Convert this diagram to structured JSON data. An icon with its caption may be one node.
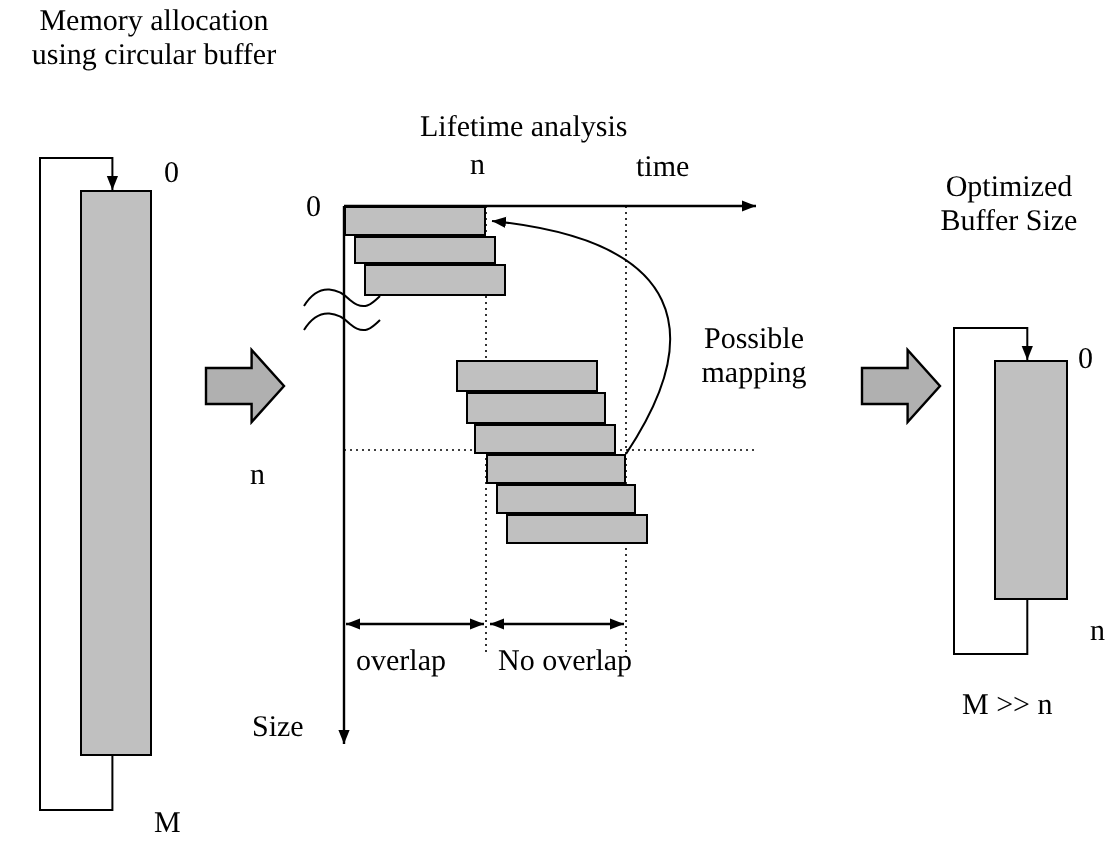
{
  "diagram": {
    "nodes": [
      {
        "text": [],
        "shape": "bar"
      },
      {
        "text": [],
        "shape": "bar"
      },
      {
        "text": [],
        "shape": "bar"
      },
      {
        "text": [],
        "shape": "bar"
      },
      {
        "text": [],
        "shape": "bar"
      },
      {
        "text": [],
        "shape": "bar"
      },
      {
        "text": [],
        "shape": "bar"
      },
      {
        "text": [],
        "shape": "bar"
      },
      {
        "text": [],
        "shape": "bar"
      },
      {
        "text": [],
        "shape": "bar"
      },
      {
        "text": [],
        "shape": "bar"
      }
    ],
    "edges": [
      {
        "from": 0,
        "to": 0,
        "arrow": "to"
      },
      {
        "from": 1,
        "to": 1,
        "arrow": "to"
      },
      {
        "from": 0,
        "to": null,
        "arrow": "to",
        "style": "thick"
      },
      {
        "from": null,
        "to": 1,
        "arrow": "to",
        "style": "thick"
      },
      {
        "from": 8,
        "to": 2,
        "arrow": "to",
        "label": "Possible mapping"
      }
    ],
    "labels": [
      "Memory allocation using circular buffer",
      "0",
      "M",
      "n",
      "Lifetime analysis",
      "n",
      "time",
      "0",
      "overlap",
      "No overlap",
      "Size",
      "Optimized Buffer Size",
      "0",
      "n",
      "M >> n"
    ]
  }
}
